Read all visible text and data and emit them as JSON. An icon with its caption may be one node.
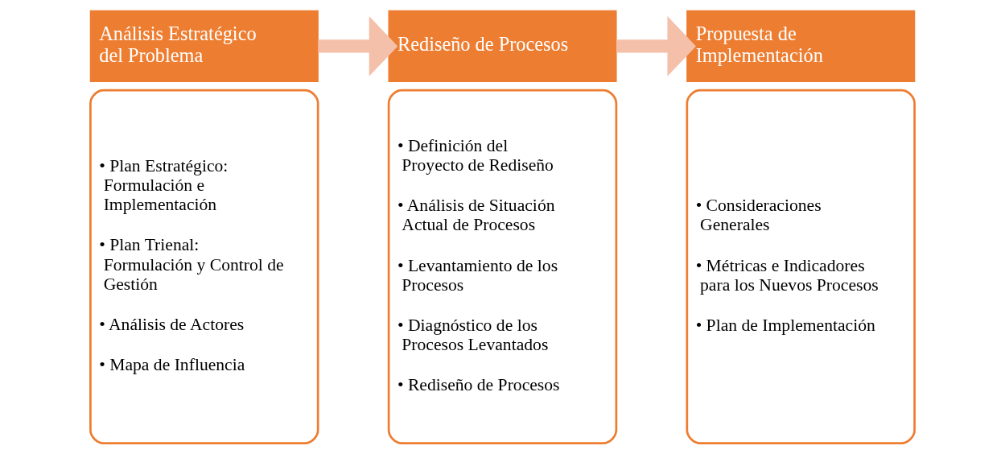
{
  "diagram": {
    "nodes": [
      {
        "text": [
          "Análisis Estratégico del Problema"
        ]
      },
      {
        "text": [
          "• Plan Estratégico: Formulación e Implementación",
          "• Plan Trienal: Formulación y Control de Gestión",
          "• Análisis de Actores",
          "• Mapa de Influencia"
        ]
      },
      {
        "text": [
          "Rediseño de Procesos"
        ]
      },
      {
        "text": [
          "• Definición del Proyecto de Rediseño",
          "• Análisis de Situación Actual de Procesos",
          "• Levantamiento de los Procesos",
          "• Diagnóstico de los Procesos Levantados",
          "• Rediseño de Procesos"
        ]
      },
      {
        "text": [
          "Propuesta de Implementación"
        ]
      },
      {
        "text": [
          "• Consideraciones Generales",
          "• Métricas e Indicadores para los Nuevos Procesos",
          "• Plan de Implementación"
        ]
      }
    ],
    "edges": [
      {
        "from": 0,
        "to": 2,
        "arrow": "to"
      },
      {
        "from": 2,
        "to": 4,
        "arrow": "to"
      }
    ]
  }
}
